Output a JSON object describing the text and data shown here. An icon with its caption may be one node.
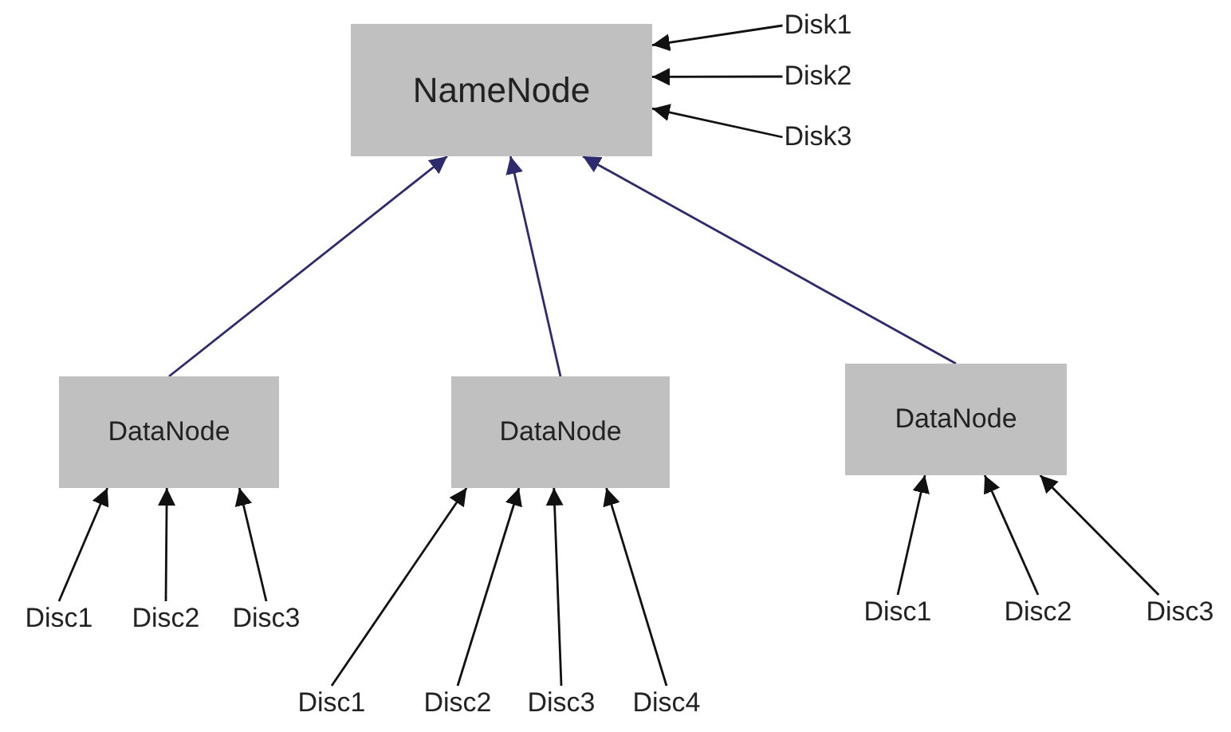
{
  "diagram": {
    "nodes": [
      {
        "text": [
          "NameNode"
        ]
      },
      {
        "text": [
          "Disk1"
        ]
      },
      {
        "text": [
          "Disk2"
        ]
      },
      {
        "text": [
          "Disk3"
        ]
      },
      {
        "text": [
          "DataNode"
        ]
      },
      {
        "text": [
          "DataNode"
        ]
      },
      {
        "text": [
          "DataNode"
        ]
      },
      {
        "text": [
          "Disc1"
        ]
      },
      {
        "text": [
          "Disc2"
        ]
      },
      {
        "text": [
          "Disc3"
        ]
      },
      {
        "text": [
          "Disc1"
        ]
      },
      {
        "text": [
          "Disc2"
        ]
      },
      {
        "text": [
          "Disc3"
        ]
      },
      {
        "text": [
          "Disc4"
        ]
      },
      {
        "text": [
          "Disc1"
        ]
      },
      {
        "text": [
          "Disc2"
        ]
      },
      {
        "text": [
          "Disc3"
        ]
      }
    ],
    "edges": [
      {
        "from": 1,
        "to": 0,
        "arrow": "to"
      },
      {
        "from": 2,
        "to": 0,
        "arrow": "to"
      },
      {
        "from": 3,
        "to": 0,
        "arrow": "to"
      },
      {
        "from": 4,
        "to": 0,
        "arrow": "to",
        "color": "#2e2a6e"
      },
      {
        "from": 5,
        "to": 0,
        "arrow": "to",
        "color": "#2e2a6e"
      },
      {
        "from": 6,
        "to": 0,
        "arrow": "to",
        "color": "#2e2a6e"
      },
      {
        "from": 7,
        "to": 4,
        "arrow": "to"
      },
      {
        "from": 8,
        "to": 4,
        "arrow": "to"
      },
      {
        "from": 9,
        "to": 4,
        "arrow": "to"
      },
      {
        "from": 10,
        "to": 5,
        "arrow": "to"
      },
      {
        "from": 11,
        "to": 5,
        "arrow": "to"
      },
      {
        "from": 12,
        "to": 5,
        "arrow": "to"
      },
      {
        "from": 13,
        "to": 5,
        "arrow": "to"
      },
      {
        "from": 14,
        "to": 6,
        "arrow": "to"
      },
      {
        "from": 15,
        "to": 6,
        "arrow": "to"
      },
      {
        "from": 16,
        "to": 6,
        "arrow": "to"
      }
    ]
  }
}
